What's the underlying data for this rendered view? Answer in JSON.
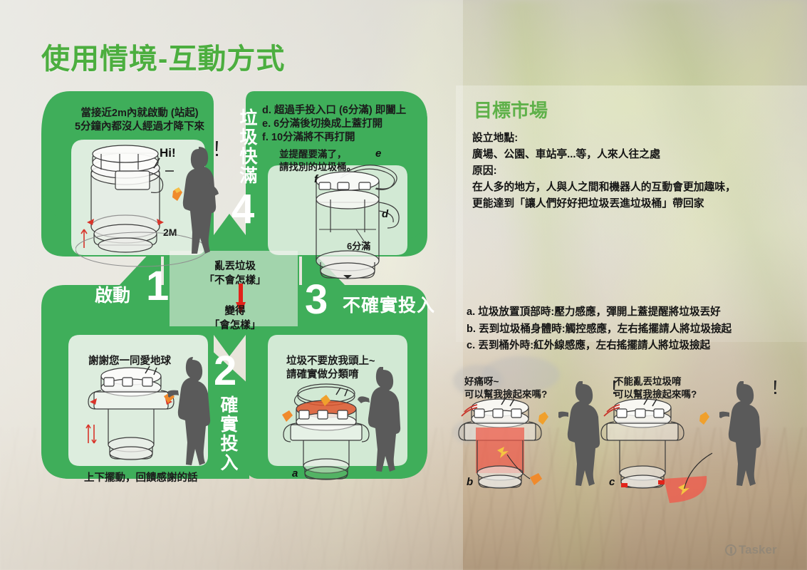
{
  "title": "使用情境-互動方式",
  "left": {
    "step1": {
      "number": "1",
      "label": "啟動",
      "caption": "當接近2m內就啟動 (站起)\n5分鐘內都沒人經過才降下來",
      "speech": "Hi!",
      "distance_label": "2M"
    },
    "step2": {
      "number": "2",
      "label": "確實投入",
      "caption_top": "謝謝您一同愛地球",
      "caption_bottom": "上下擺動，回饋感謝的話"
    },
    "step3": {
      "number": "3",
      "label": "不確實投入",
      "caption": "垃圾不要放我頭上~\n請確實做分類唷",
      "marker": "a"
    },
    "step4": {
      "number": "4",
      "label": "垃圾快滿",
      "caption": "d. 超過手投入口 (6分滿) 即闔上\ne. 6分滿後切換成上蓋打開\nf. 10分滿將不再打開",
      "note": "並提醒要滿了，\n請找別的垃圾桶。",
      "fill_label": "6分滿",
      "markers": [
        "d",
        "e",
        "f"
      ]
    },
    "center": {
      "before": "亂丟垃圾\n「不會怎樣」",
      "after": "變得\n「會怎樣」",
      "arrow_color": "#e2231a"
    }
  },
  "right": {
    "title": "目標市場",
    "body": "設立地點:\n廣場、公園、車站亭...等，人來人往之處\n原因:\n在人多的地方，人與人之間和機器人的互動會更加趣味，\n更能達到「讓人們好好把垃圾丟進垃圾桶」帶回家",
    "sensors": "a. 垃圾放置頂部時:壓力感應，彈開上蓋提醒將垃圾丟好\nb. 丟到垃圾桶身體時:觸控感應，左右搖擺請人將垃圾撿起\nc. 丟到桶外時:紅外線感應，左右搖擺請人將垃圾撿起",
    "scene_b": {
      "marker": "b",
      "speech": "好痛呀~\n可以幫我撿起來嗎?"
    },
    "scene_c": {
      "marker": "c",
      "speech": "不能亂丟垃圾唷\n可以幫我撿起來嗎?"
    }
  },
  "watermark": "Tasker",
  "colors": {
    "green": "#3fae5a",
    "title_green": "#4cae3f",
    "right_title_green": "#5fb14a",
    "red": "#e2231a",
    "sensor_red": "#ef5a4a",
    "silhouette": "#5a5a5a"
  }
}
